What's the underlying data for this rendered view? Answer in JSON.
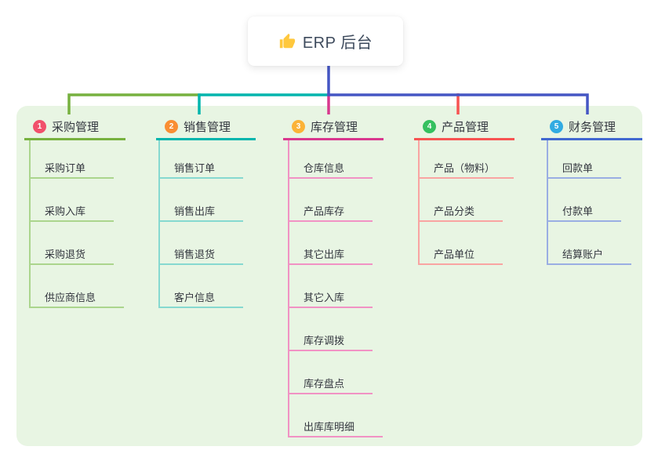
{
  "theme": {
    "canvas_bg": "#ffffff",
    "panel_bg": "#e8f5e3",
    "root_line": "#4556c4",
    "root_title_color": "#3d4a5c",
    "text_color": "#33363f",
    "thumb_icon_color": "#ffc83d"
  },
  "root": {
    "title": "ERP 后台",
    "icon": "thumbs-up-icon"
  },
  "branches": [
    {
      "badge": "1",
      "label": "采购管理",
      "line_color": "#77b13f",
      "child_line_color": "#abd58d",
      "badge_color": "#f1506b",
      "children": [
        "采购订单",
        "采购入库",
        "采购退货",
        "供应商信息"
      ]
    },
    {
      "badge": "2",
      "label": "销售管理",
      "line_color": "#00b5ad",
      "child_line_color": "#86d9d0",
      "badge_color": "#f98e33",
      "children": [
        "销售订单",
        "销售出库",
        "销售退货",
        "客户信息"
      ]
    },
    {
      "badge": "3",
      "label": "库存管理",
      "line_color": "#d9388e",
      "child_line_color": "#f192c4",
      "badge_color": "#fbb337",
      "children": [
        "仓库信息",
        "产品库存",
        "其它出库",
        "其它入库",
        "库存调拨",
        "库存盘点",
        "出库库明细"
      ]
    },
    {
      "badge": "4",
      "label": "产品管理",
      "line_color": "#f75352",
      "child_line_color": "#f9a4a2",
      "badge_color": "#35c05f",
      "children": [
        "产品（物料）",
        "产品分类",
        "产品单位"
      ]
    },
    {
      "badge": "5",
      "label": "财务管理",
      "line_color": "#4168d0",
      "child_line_color": "#9aaee3",
      "badge_color": "#31abe2",
      "children": [
        "回款单",
        "付款单",
        "结算账户"
      ]
    }
  ]
}
